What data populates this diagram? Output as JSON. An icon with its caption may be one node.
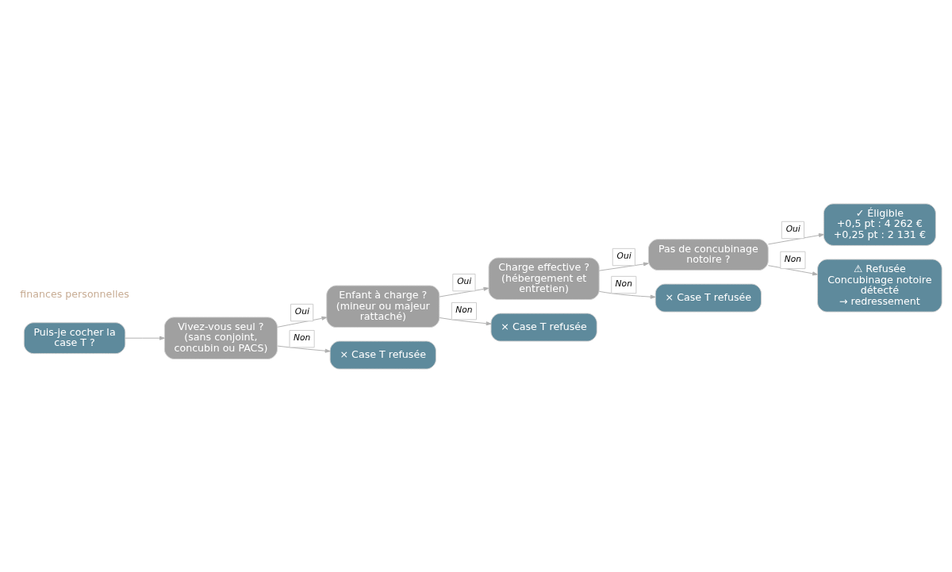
{
  "diagram": {
    "nodes": [
      {
        "text": [
          "Puis-je cocher la case T ?"
        ]
      },
      {
        "text": [
          "Vivez-vous seul ? (sans conjoint, concubin ou PACS)"
        ]
      },
      {
        "text": [
          "Enfant à charge ? (mineur ou majeur rattaché)"
        ]
      },
      {
        "text": [
          "× Case T refusée"
        ]
      },
      {
        "text": [
          "Charge effective ? (hébergement et entretien)"
        ]
      },
      {
        "text": [
          "× Case T refusée"
        ]
      },
      {
        "text": [
          "Pas de concubinage notoire ?"
        ]
      },
      {
        "text": [
          "× Case T refusée"
        ]
      },
      {
        "text": [
          "✓ Éligible",
          "+0,5 pt : 4 262 €",
          "+0,25 pt : 2 131 €"
        ]
      },
      {
        "text": [
          "⚠ Refusée",
          "Concubinage notoire détecté",
          "→ redressement"
        ]
      }
    ],
    "edges": [
      {
        "from": 0,
        "to": 1,
        "arrow": "to"
      },
      {
        "from": 1,
        "to": 2,
        "arrow": "to",
        "label": "Oui"
      },
      {
        "from": 1,
        "to": 3,
        "arrow": "to",
        "label": "Non"
      },
      {
        "from": 2,
        "to": 4,
        "arrow": "to",
        "label": "Oui"
      },
      {
        "from": 2,
        "to": 5,
        "arrow": "to",
        "label": "Non"
      },
      {
        "from": 4,
        "to": 6,
        "arrow": "to",
        "label": "Oui"
      },
      {
        "from": 4,
        "to": 7,
        "arrow": "to",
        "label": "Non"
      },
      {
        "from": 6,
        "to": 8,
        "arrow": "to",
        "label": "Oui"
      },
      {
        "from": 6,
        "to": 9,
        "arrow": "to",
        "label": "Non"
      }
    ],
    "labels": [
      "finances personnelles"
    ]
  }
}
